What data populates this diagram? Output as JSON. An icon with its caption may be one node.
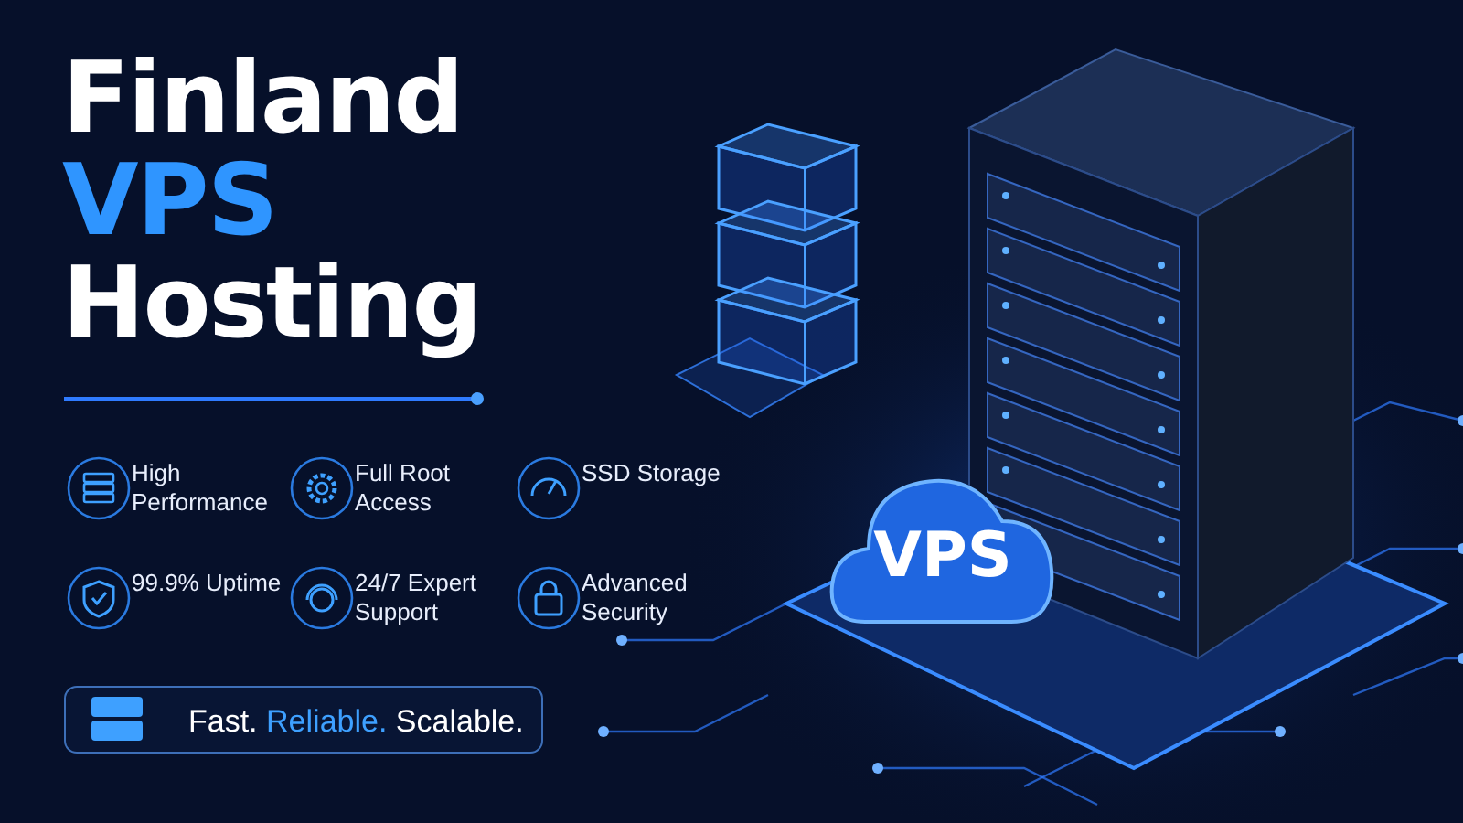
{
  "diagram": {
    "title": "Finland VPS Hosting",
    "nodes": [
      {
        "text": [
          "VPS"
        ]
      },
      {
        "text": [
          "Fast. Reliable. Scalable."
        ]
      }
    ],
    "labels": [
      "High Performance",
      "Full Root Access",
      "SSD Storage",
      "99.9% Uptime",
      "24/7 Expert Support",
      "Advanced Security"
    ]
  }
}
